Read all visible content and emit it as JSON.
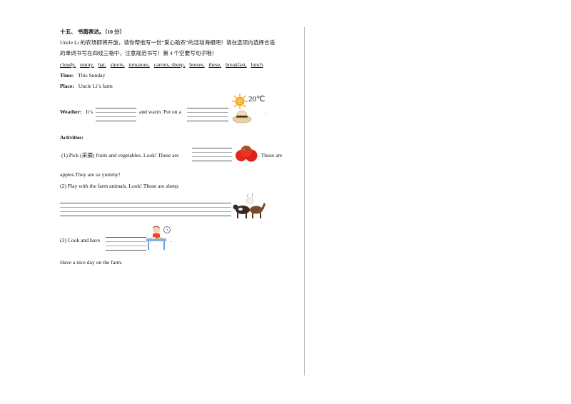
{
  "section": {
    "title": "十五、  书面表达。（10 分）",
    "intro_line1": "Uncle Li 的农场即将开放，请你帮他写一份“爱心助农”的活动海报吧！请在选项内选择合适",
    "intro_line2": "的单词书写在四线三格中，注意规范书写！第 4 个空要写句子哦！"
  },
  "word_options": [
    "cloudy,",
    " sunny,",
    "hat,",
    "shorts,",
    "tomatoes,",
    "carrots, sheep,",
    "horses,",
    "these,",
    "breakfast,",
    "lunch"
  ],
  "time": {
    "label": "Time:",
    "value": "This Sunday"
  },
  "place": {
    "label": "Place:",
    "value": "Uncle Li’s farm"
  },
  "weather": {
    "label": "Weather:",
    "part1": "It’s",
    "part2": "and warm. Put on a",
    "end": ".",
    "temperature": "20℃"
  },
  "activities": {
    "label": "Activities:",
    "item1_part1": "(1) Pick (采摘) fruits and vegetables.  Look! These are",
    "item1_part2": ". Those are",
    "item1_cont": "apples.They are so yummy!",
    "item2": "(2) Play with the farm animals. Look! Those are sheep.",
    "item3_part1": "(3) Cook and have",
    "item3_end": "."
  },
  "closing": "Have a nice day on the farm.",
  "colors": {
    "sun": "#f5a623",
    "tomato": "#e0281e",
    "leaf": "#2f8a2a",
    "table": "#7fb2e0"
  }
}
